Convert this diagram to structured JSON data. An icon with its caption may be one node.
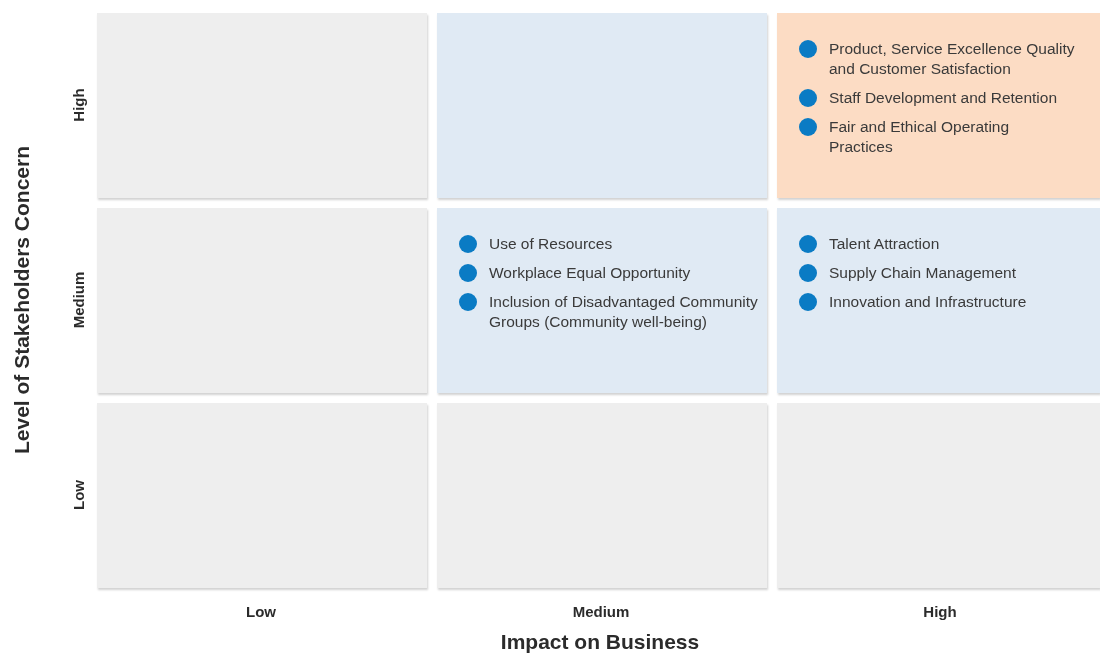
{
  "diagram": {
    "nodes": [
      {
        "text": [],
        "shape": "box"
      },
      {
        "text": [],
        "shape": "box"
      },
      {
        "text": [
          "Product, Service Excellence Quality and Customer Satisfaction",
          "Staff Development and Retention",
          "Fair and Ethical Operating Practices"
        ]
      },
      {
        "text": [],
        "shape": "box"
      },
      {
        "text": [
          "Use of Resources",
          "Workplace Equal Opportunity",
          "Inclusion of Disadvantaged Community Groups (Community well-being)"
        ]
      },
      {
        "text": [
          "Talent Attraction",
          "Supply Chain Management",
          "Innovation and Infrastructure"
        ]
      },
      {
        "text": [],
        "shape": "box"
      },
      {
        "text": [],
        "shape": "box"
      },
      {
        "text": [],
        "shape": "box"
      }
    ],
    "labels": [
      "High",
      "Medium",
      "Low",
      "Level of Stakeholders Concern",
      "Low",
      "Medium",
      "High",
      "Impact on Business"
    ]
  }
}
